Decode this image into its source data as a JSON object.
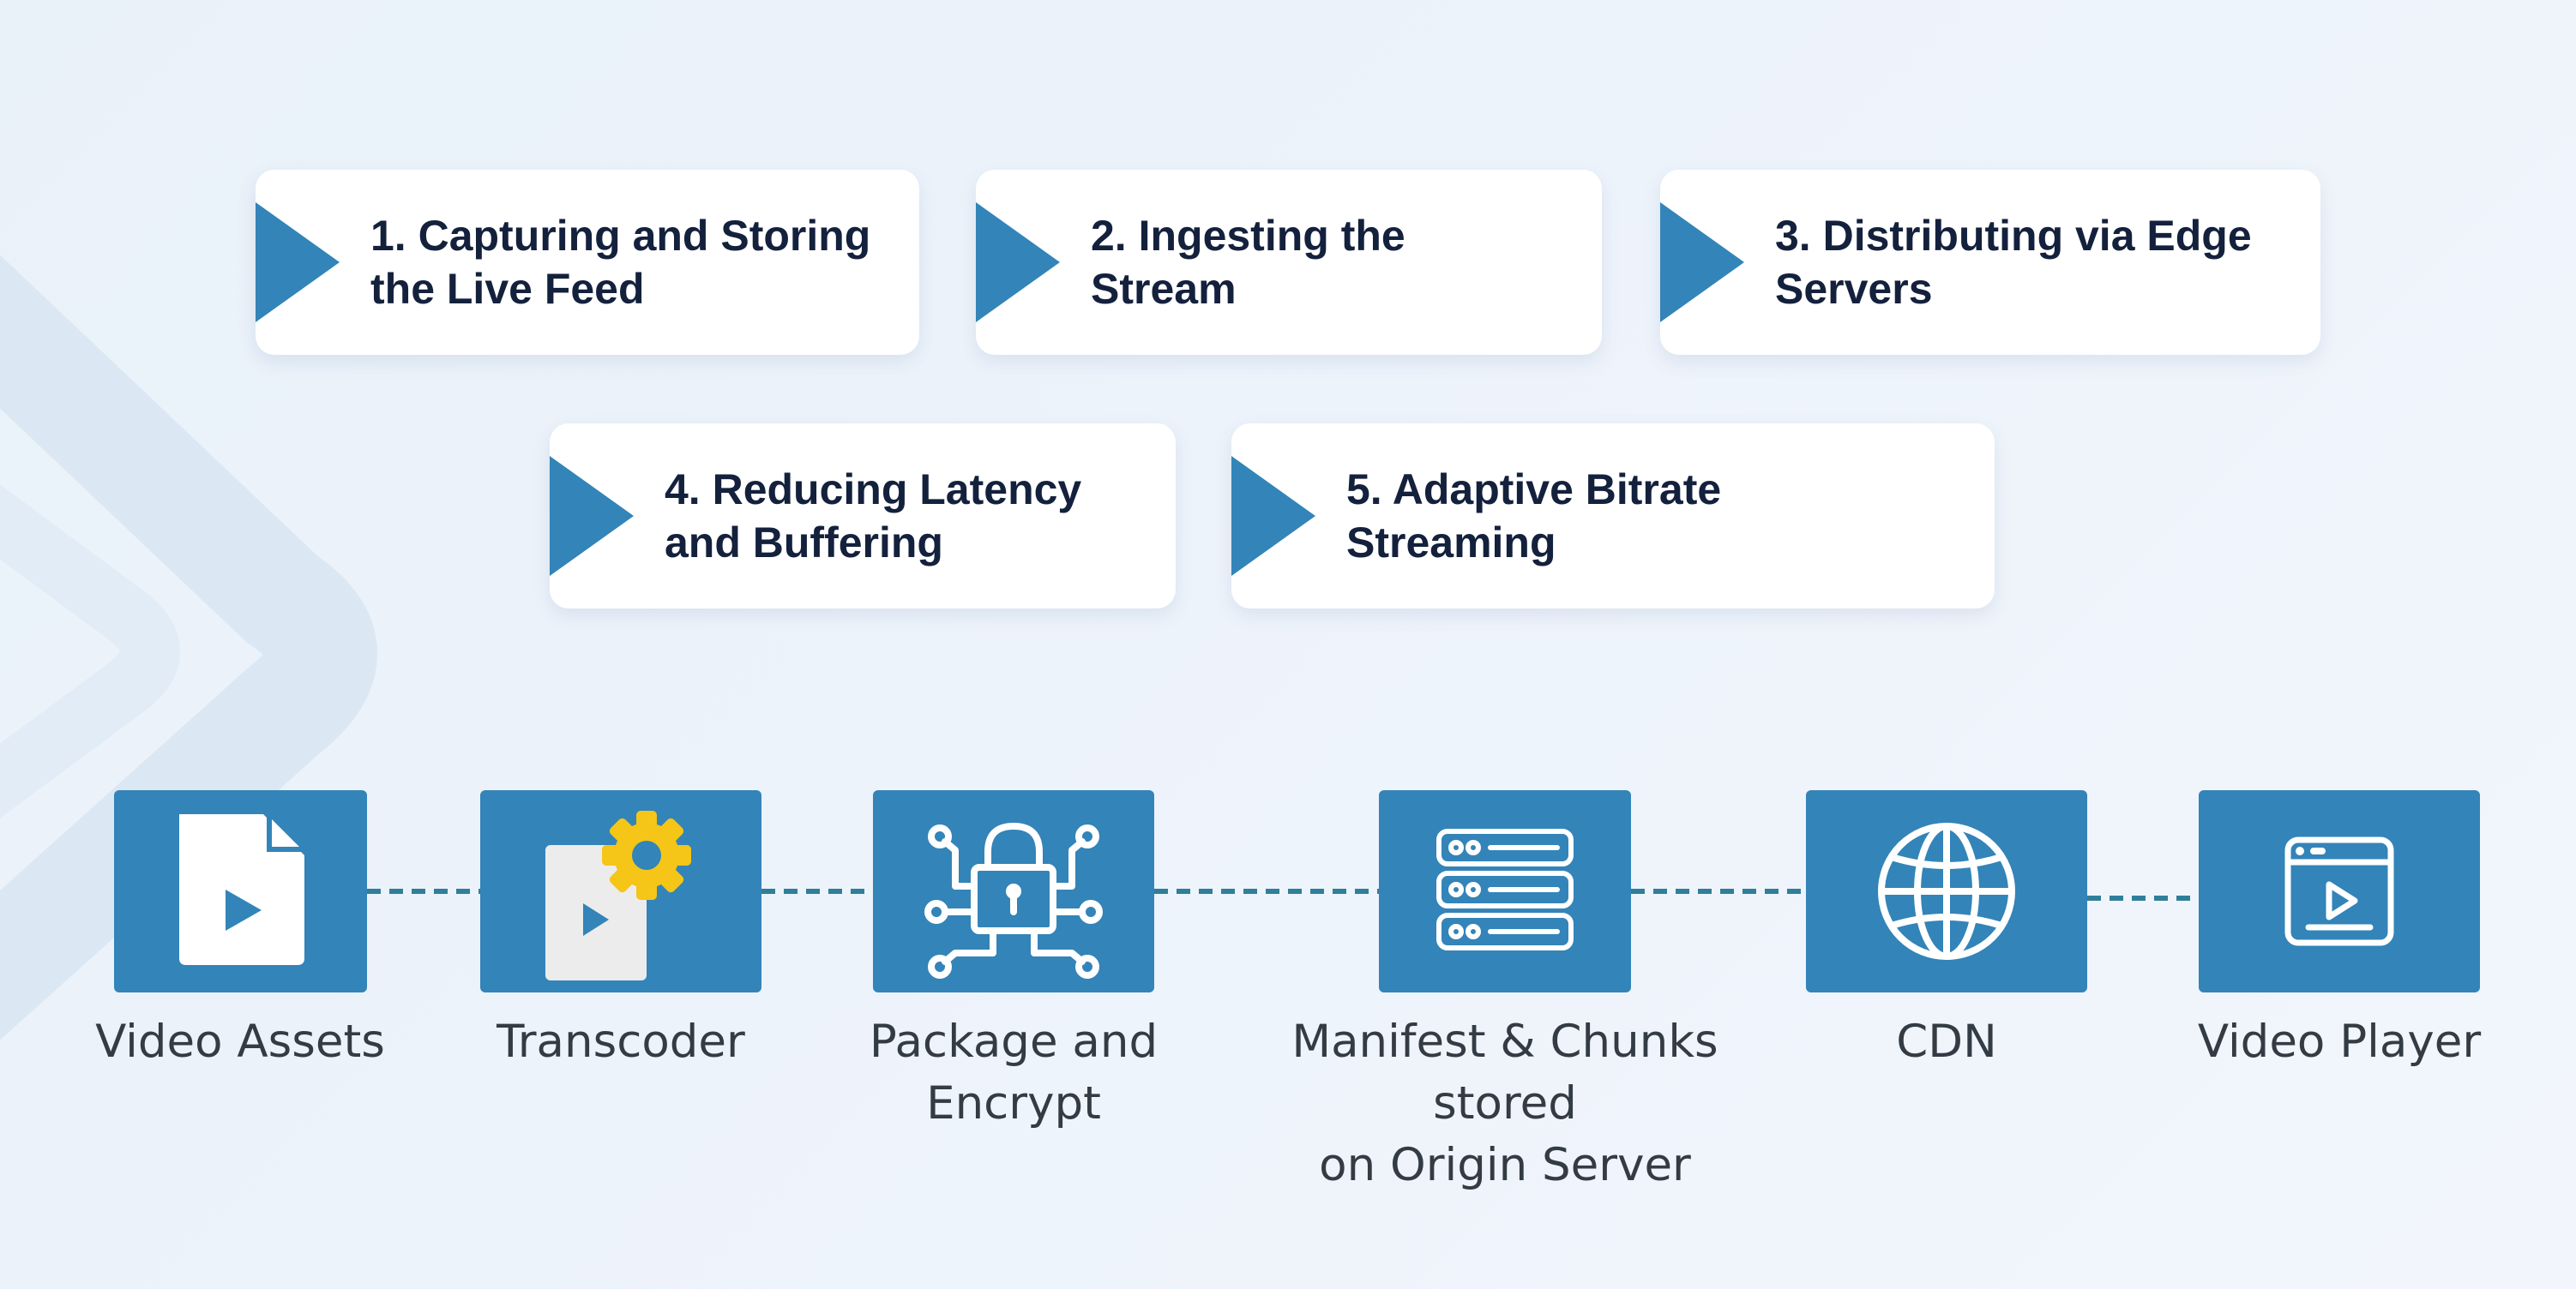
{
  "steps": [
    {
      "label": "1. Capturing and Storing the Live Feed"
    },
    {
      "label": "2. Ingesting the Stream"
    },
    {
      "label": "3. Distributing via Edge Servers"
    },
    {
      "label": "4. Reducing Latency and Buffering"
    },
    {
      "label": "5. Adaptive Bitrate Streaming"
    }
  ],
  "pipeline": [
    {
      "label": "Video Assets",
      "icon": "video-file-icon"
    },
    {
      "label": "Transcoder",
      "icon": "file-gear-icon"
    },
    {
      "label": "Package and\nEncrypt",
      "icon": "lock-circuit-icon"
    },
    {
      "label": "Manifest & Chunks\nstored\non Origin Server",
      "icon": "server-stack-icon"
    },
    {
      "label": "CDN",
      "icon": "globe-icon"
    },
    {
      "label": "Video Player",
      "icon": "browser-play-icon"
    }
  ],
  "colors": {
    "accent": "#3384b8",
    "card": "#ffffff",
    "heading_text": "#14213d",
    "label_text": "#333b44",
    "connector": "#2f7f9a",
    "gear": "#f5c518"
  }
}
